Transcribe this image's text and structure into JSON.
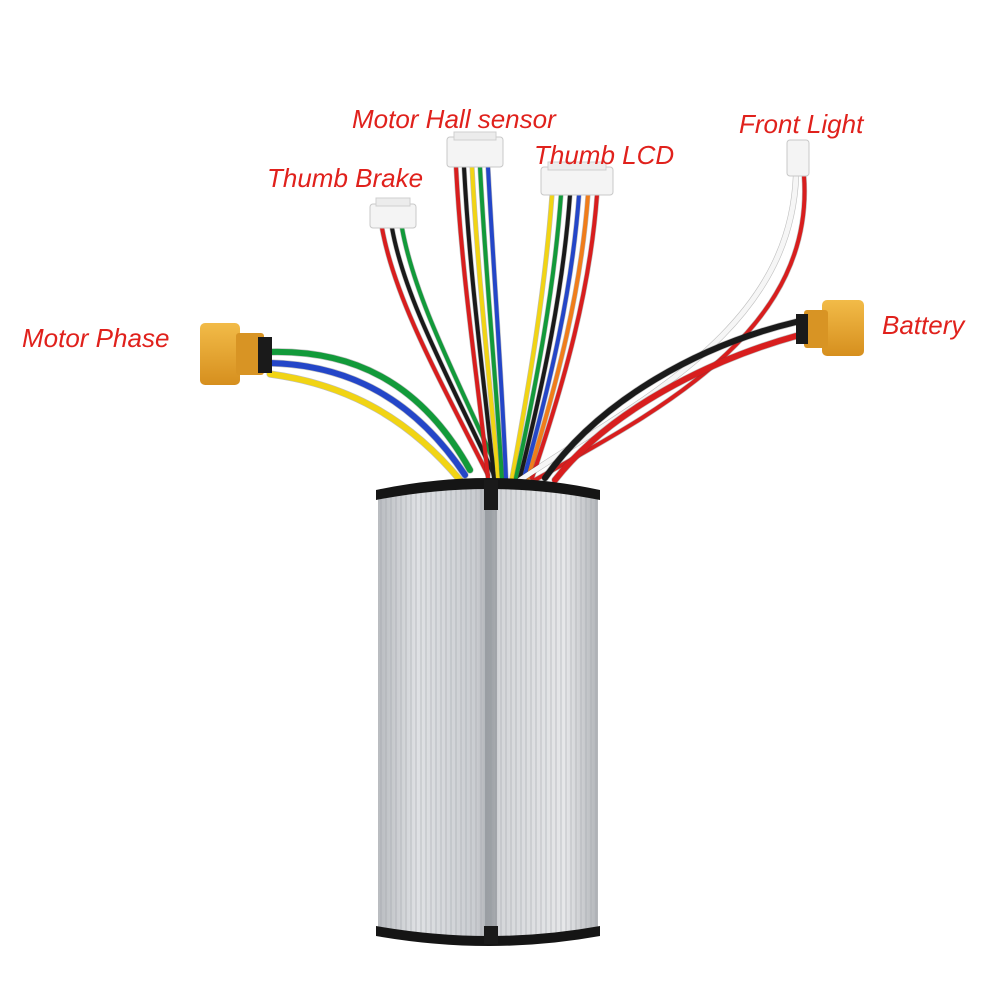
{
  "labels": {
    "motor_hall_sensor": "Motor Hall sensor",
    "front_light": "Front Light",
    "thumb_brake": "Thumb Brake",
    "thumb_lcd": "Thumb LCD",
    "motor_phase": "Motor Phase",
    "battery": "Battery"
  },
  "colors": {
    "label": "#e0211c",
    "connector_yellow": "#e8a62a",
    "connector_white": "#f4f4f4",
    "housing": "#d3d5d8",
    "rim": "#151515",
    "wire_red": "#d81e1e",
    "wire_black": "#1a1a1a",
    "wire_green": "#129a3a",
    "wire_blue": "#2446c8",
    "wire_yellow": "#f1d414",
    "wire_orange": "#f07d1a",
    "wire_white": "#f6f6f6"
  }
}
